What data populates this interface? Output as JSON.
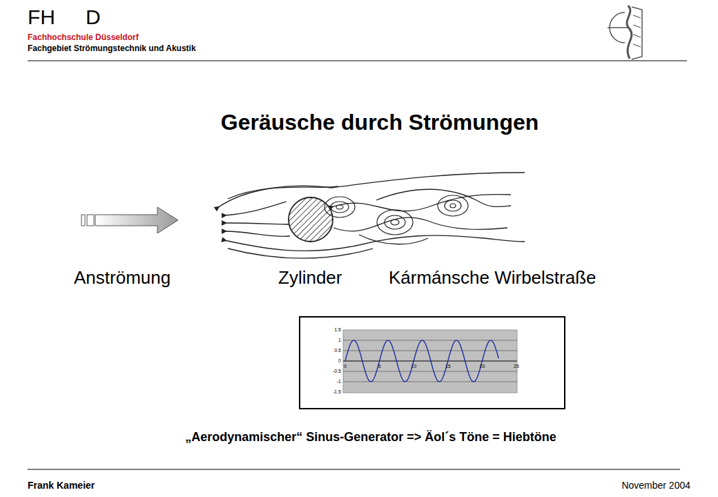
{
  "diagram": {
    "title": "Geräusche durch Strömungen",
    "caption": "„Aerodynamischer“ Sinus-Generator => Äol´s Töne = Hiebtöne",
    "labels": [
      "FH",
      "D",
      "Fachhochschule Düsseldorf",
      "Fachgebiet Strömungstechnik und Akustik",
      "Anströmung",
      "Zylinder",
      "Kármánsche Wirbelstraße",
      "1.5",
      "1",
      "0.5",
      "0",
      "-0.5",
      "-1",
      "-1.5",
      "0",
      "5",
      "10",
      "15",
      "20",
      "25",
      "Frank Kameier",
      "November 2004"
    ]
  }
}
